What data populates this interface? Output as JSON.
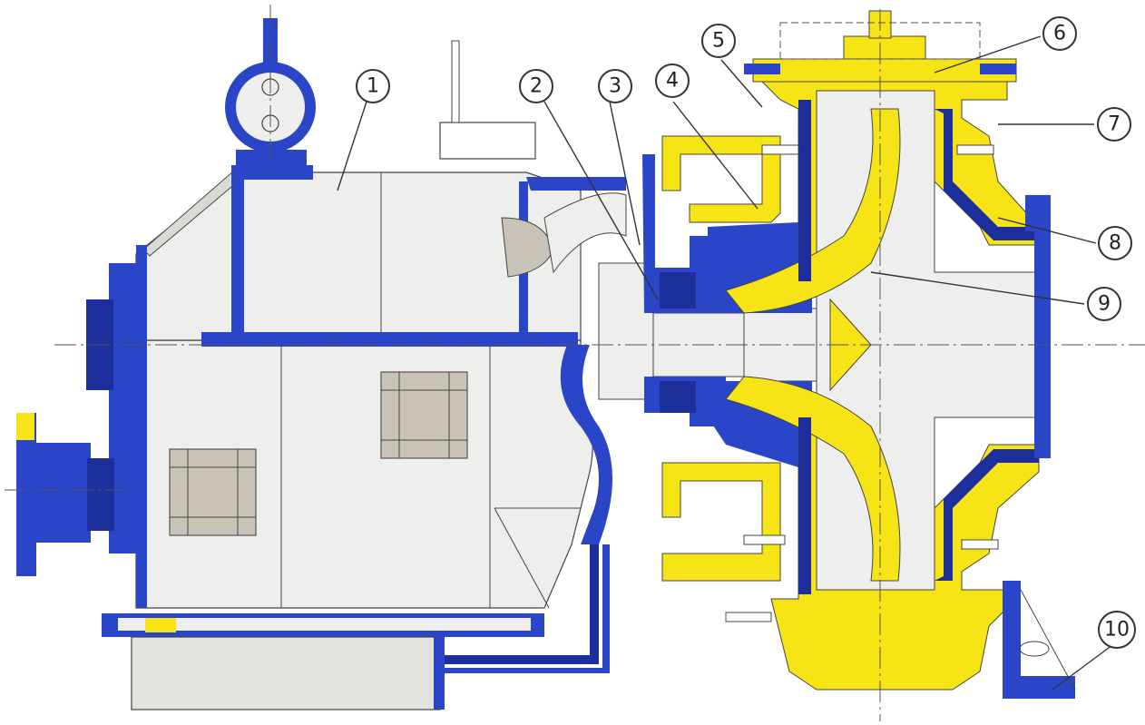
{
  "colors": {
    "casing_blue": "#2a45c8",
    "dark_blue": "#1c2f9a",
    "yellow": "#f7e417",
    "body_grey": "#eeeeec",
    "panel_brown": "#c9c2b6",
    "line": "#333333"
  },
  "callouts": [
    {
      "id": "c1",
      "label": "1"
    },
    {
      "id": "c2",
      "label": "2"
    },
    {
      "id": "c3",
      "label": "3"
    },
    {
      "id": "c4",
      "label": "4"
    },
    {
      "id": "c5",
      "label": "5"
    },
    {
      "id": "c6",
      "label": "6"
    },
    {
      "id": "c7",
      "label": "7"
    },
    {
      "id": "c8",
      "label": "8"
    },
    {
      "id": "c9",
      "label": "9"
    },
    {
      "id": "c10",
      "label": "10"
    }
  ]
}
